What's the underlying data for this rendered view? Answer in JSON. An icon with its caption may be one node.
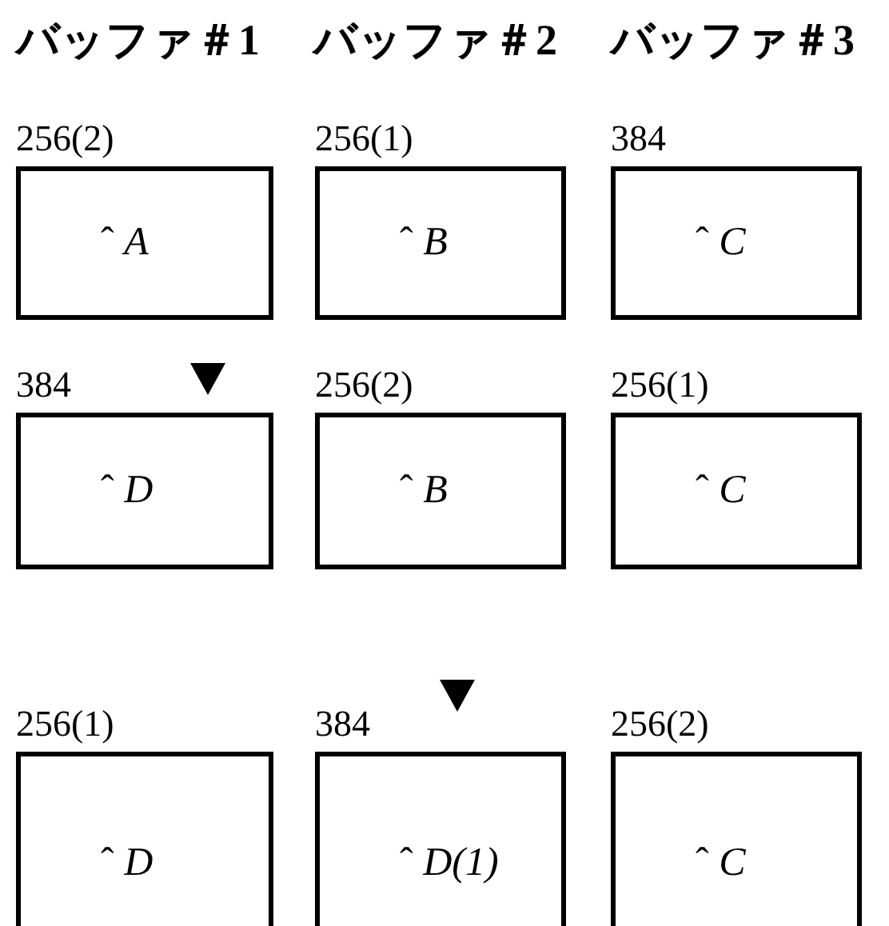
{
  "diagram": {
    "nodes": [
      {
        "text": [
          "ˆ *A*"
        ],
        "beside": [
          "256(2)"
        ]
      },
      {
        "text": [
          "ˆ *B*"
        ],
        "beside": [
          "256(1)"
        ]
      },
      {
        "text": [
          "ˆ *C*"
        ],
        "beside": [
          "384"
        ]
      },
      {
        "text": [
          "ˆ *D*"
        ],
        "beside": [
          "384"
        ]
      },
      {
        "text": [
          "ˆ *B*"
        ],
        "beside": [
          "256(2)"
        ]
      },
      {
        "text": [
          "ˆ *C*"
        ],
        "beside": [
          "256(1)"
        ]
      },
      {
        "text": [
          "ˆ *D*"
        ],
        "beside": [
          "256(1)"
        ]
      },
      {
        "text": [
          "ˆ *D(1)*"
        ],
        "beside": [
          "384"
        ]
      },
      {
        "text": [
          "ˆ *C*"
        ],
        "beside": [
          "256(2)"
        ]
      }
    ],
    "edges": [
      {
        "from": null,
        "to": 3,
        "arrow": "to"
      },
      {
        "from": null,
        "to": 7,
        "arrow": "to"
      }
    ],
    "labels": [
      "バッファ＃1",
      "バッファ＃2",
      "バッファ＃3"
    ]
  }
}
